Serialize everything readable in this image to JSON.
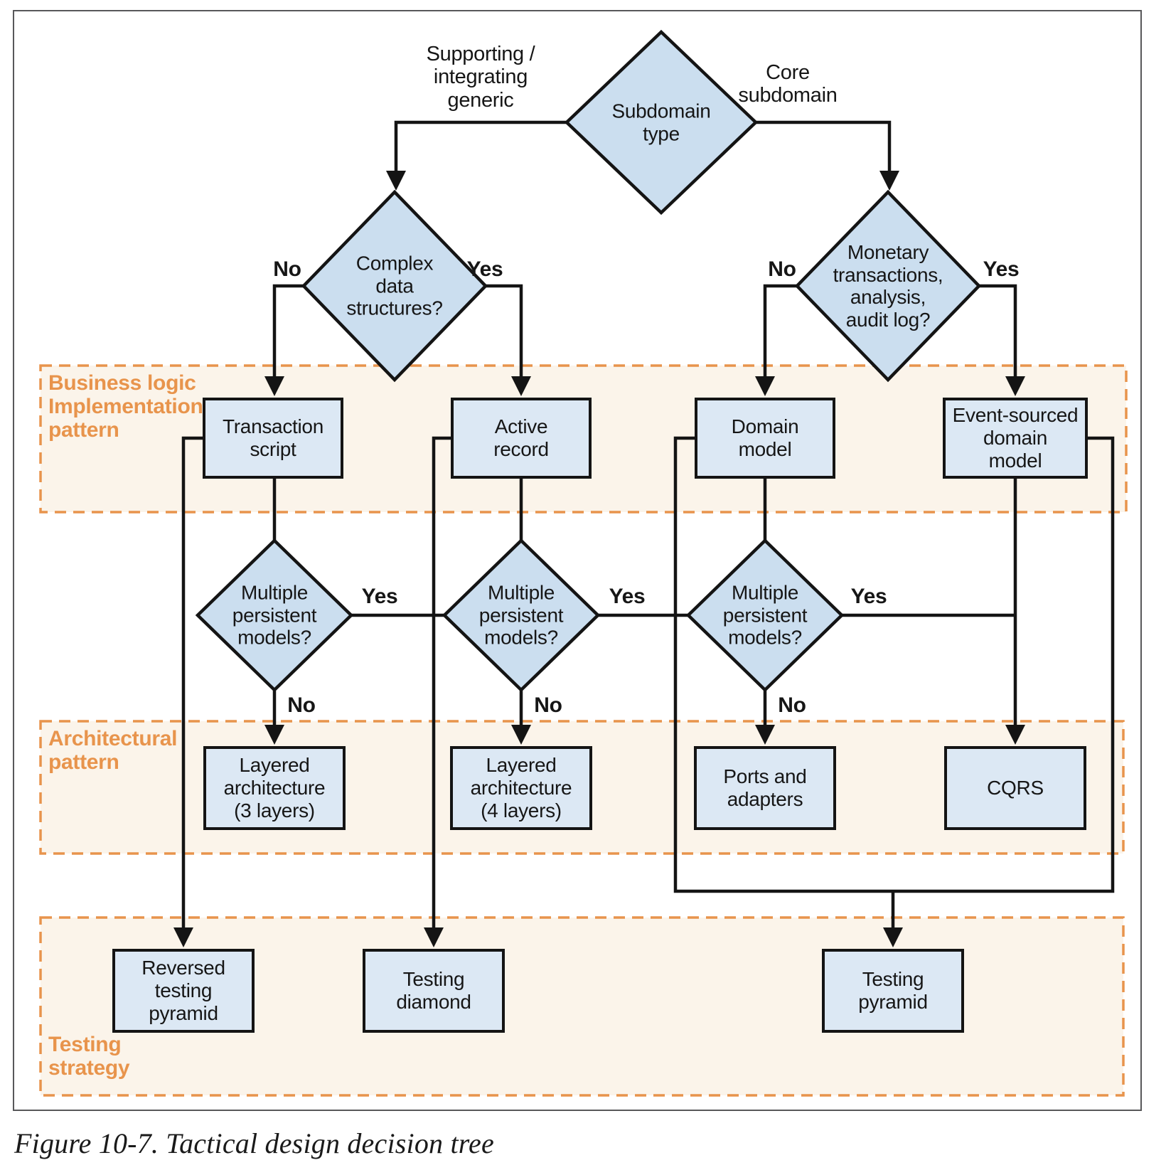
{
  "caption": "Figure 10-7. Tactical design decision tree",
  "colors": {
    "box_fill": "#dce8f4",
    "diamond_fill": "#cbdeef",
    "line": "#141414",
    "region_fill": "#fbf4ea",
    "orange": "#e8944c"
  },
  "context_labels": {
    "supporting": "Supporting /\nintegrating\ngeneric",
    "core": "Core\nsubdomain"
  },
  "decisions": {
    "subdomain_type": "Subdomain\ntype",
    "complex_data": "Complex\ndata\nstructures?",
    "monetary": "Monetary\ntransactions,\nanalysis,\naudit log?",
    "mpm1": "Multiple\npersistent\nmodels?",
    "mpm2": "Multiple\npersistent\nmodels?",
    "mpm3": "Multiple\npersistent\nmodels?"
  },
  "pattern_nodes": {
    "transaction_script": "Transaction\nscript",
    "active_record": "Active\nrecord",
    "domain_model": "Domain\nmodel",
    "event_sourced": "Event-sourced\ndomain\nmodel",
    "layered3": "Layered\narchitecture\n(3 layers)",
    "layered4": "Layered\narchitecture\n(4 layers)",
    "ports_adapters": "Ports and\nadapters",
    "cqrs": "CQRS",
    "reversed_pyramid": "Reversed\ntesting\npyramid",
    "testing_diamond": "Testing\ndiamond",
    "testing_pyramid": "Testing\npyramid"
  },
  "branch_labels": {
    "yes": "Yes",
    "no": "No"
  },
  "regions": {
    "business_logic": "Business logic\nImplementation\npattern",
    "architectural": "Architectural\npattern",
    "testing": "Testing\nstrategy"
  }
}
